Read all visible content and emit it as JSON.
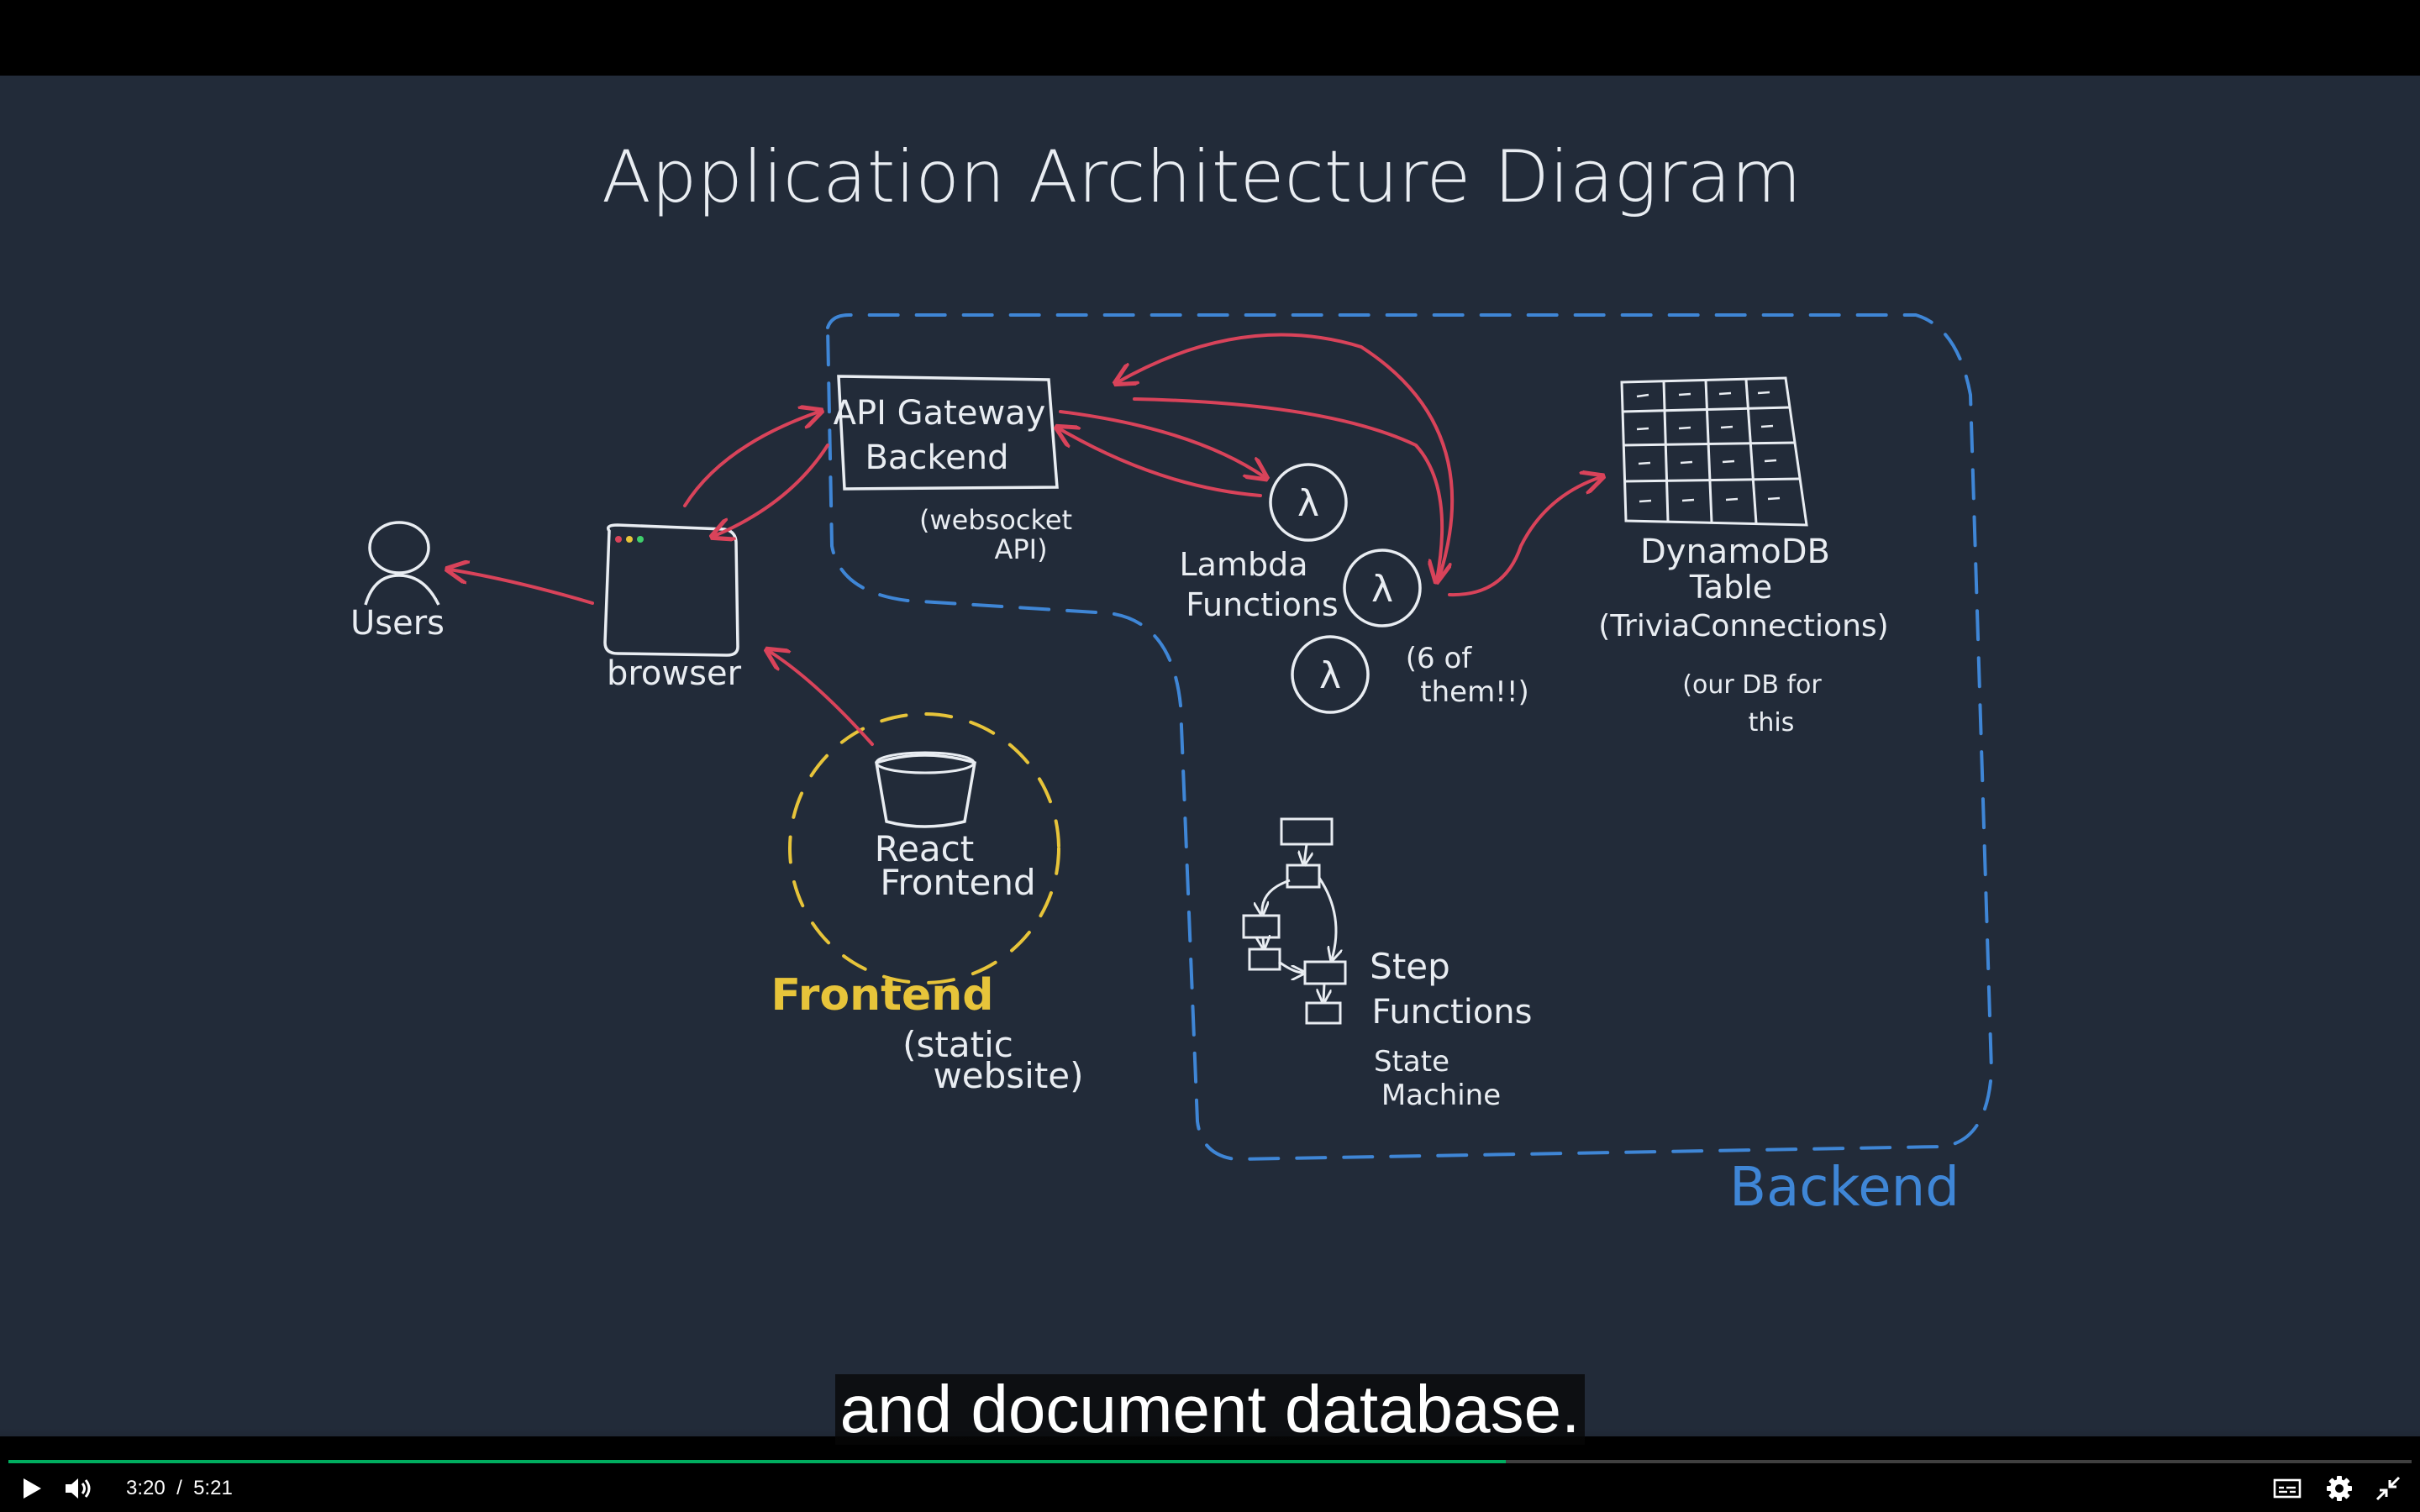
{
  "diagram": {
    "title": "Application Architecture Diagram",
    "users_label": "Users",
    "browser_label": "browser",
    "api_gateway_label_line1": "API Gateway",
    "api_gateway_label_line2": "Backend",
    "websocket_note_line1": "(websocket",
    "websocket_note_line2": "API)",
    "lambda_label_line1": "Lambda",
    "lambda_label_line2": "Functions",
    "lambda_symbol": "λ",
    "lambda_count_note_line1": "(6 of",
    "lambda_count_note_line2": "them!!)",
    "dynamodb_label_line1": "DynamoDB",
    "dynamodb_label_line2": "Table",
    "dynamodb_label_line3": "(TriviaConnections)",
    "dynamodb_note_line1": "(our DB for",
    "dynamodb_note_line2": "this",
    "react_label_line1": "React",
    "react_label_line2": "Frontend",
    "frontend_label": "Frontend",
    "frontend_note_line1": "(static",
    "frontend_note_line2": "website)",
    "step_label_line1": "Step",
    "step_label_line2": "Functions",
    "state_label_line1": "State",
    "state_label_line2": "Machine",
    "backend_label": "Backend",
    "colors": {
      "background": "#222b39",
      "chalk": "#e9edf2",
      "arrow": "#d9435a",
      "backend_boundary": "#3f86d6",
      "frontend_boundary": "#e7c43a"
    }
  },
  "caption": {
    "text": "and document database."
  },
  "controls": {
    "play_icon": "play-icon",
    "volume_icon": "volume-icon",
    "current_time": "3:20",
    "separator": "/",
    "duration": "5:21",
    "progress_fraction": 0.623,
    "captions_icon": "captions-icon",
    "settings_icon": "gear-icon",
    "fullscreen_icon": "exit-fullscreen-icon",
    "accent_color": "#00ad5f"
  }
}
